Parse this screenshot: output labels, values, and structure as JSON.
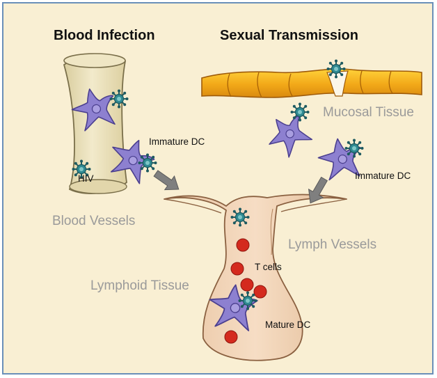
{
  "titles": {
    "blood_infection": "Blood Infection",
    "sexual_transmission": "Sexual Transmission"
  },
  "labels": {
    "mucosal_tissue": "Mucosal Tissue",
    "immature_dc_left": "Immature DC",
    "immature_dc_right": "Immature DC",
    "hiv": "HIV",
    "blood_vessels": "Blood Vessels",
    "lymph_vessels": "Lymph Vessels",
    "t_cells": "T cells",
    "lymphoid_tissue": "Lymphoid Tissue",
    "mature_dc": "Mature DC"
  },
  "colors": {
    "background": "#f9efd3",
    "border": "#6a8fb8",
    "vessel": "#ece2b8",
    "mucosa": "#f2a818",
    "lymph": "#f3d7bb",
    "dendritic_cell": "#8d80d0",
    "virus": "#2c7a84",
    "t_cell": "#d42a1e",
    "arrow": "#7f7f7f"
  }
}
